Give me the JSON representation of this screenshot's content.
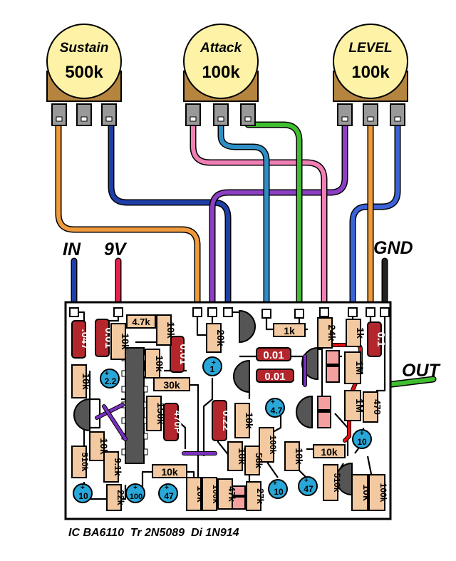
{
  "pots": [
    {
      "name": "Sustain",
      "value": "500k"
    },
    {
      "name": "Attack",
      "value": "100k"
    },
    {
      "name": "LEVEL",
      "value": "100k"
    }
  ],
  "terminals": {
    "in": "IN",
    "v9": "9V",
    "gnd": "GND",
    "out": "OUT"
  },
  "resistors": {
    "r1": "10k",
    "r2": "10k",
    "r3": "4.7k",
    "r4": "10k",
    "r5": "10k",
    "r6": "20k",
    "r7": "1k",
    "r8": "24k",
    "r9": "1k",
    "r10": "1M",
    "r11": "30k",
    "r12": "150k",
    "r13": "10k",
    "r14": "1M",
    "r15": "470",
    "r16": "510k",
    "r17": "10k",
    "r18": "9.1k",
    "r19": "22k",
    "r20": "10k",
    "r21": "10k",
    "r22": "100k",
    "r23": "47k",
    "r24": "10k",
    "r25": "100k",
    "r26": "56k",
    "r27": "27k",
    "r28": "10k",
    "r29": "10k",
    "r30": "510k",
    "r31": "10k",
    "r32": "100k"
  },
  "caps": {
    "c1": ".047",
    "c2": "0.01",
    "c3": "0.01",
    "c4": "0.1",
    "c5": "0.01",
    "c6": "0.01",
    "c7": "470P",
    "c8": "0.22"
  },
  "elecs": {
    "e1": "2.2",
    "e2": "1",
    "e3": "4.7",
    "e4": "10",
    "e5": "10",
    "e6": "100",
    "e7": "47",
    "e8": "10",
    "e9": "47"
  },
  "plus": "+",
  "footer": "IC BA6110  Tr 2N5089  Di 1N914",
  "colors": {
    "pot_body": "#fdf2a6",
    "pot_base": "#b58540",
    "board": "#ffffff",
    "resistor": "#f2c9a0",
    "capacitor": "#b3262c",
    "electrolytic": "#29a7d8",
    "transistor": "#555555",
    "ic": "#555555",
    "diode": "#f4a0a0",
    "wire_orange": "#ef9a3c",
    "wire_blue": "#1f3fa8",
    "wire_pink": "#ef7fb4",
    "wire_lightblue": "#2f8fc4",
    "wire_green": "#3fbf2f",
    "wire_purple": "#8d3fc4",
    "wire_midblue": "#3b63d8",
    "wire_red": "#e8204f",
    "wire_black": "#222222",
    "jumper_purple": "#7a2fc0",
    "jumper_red": "#e01010"
  }
}
